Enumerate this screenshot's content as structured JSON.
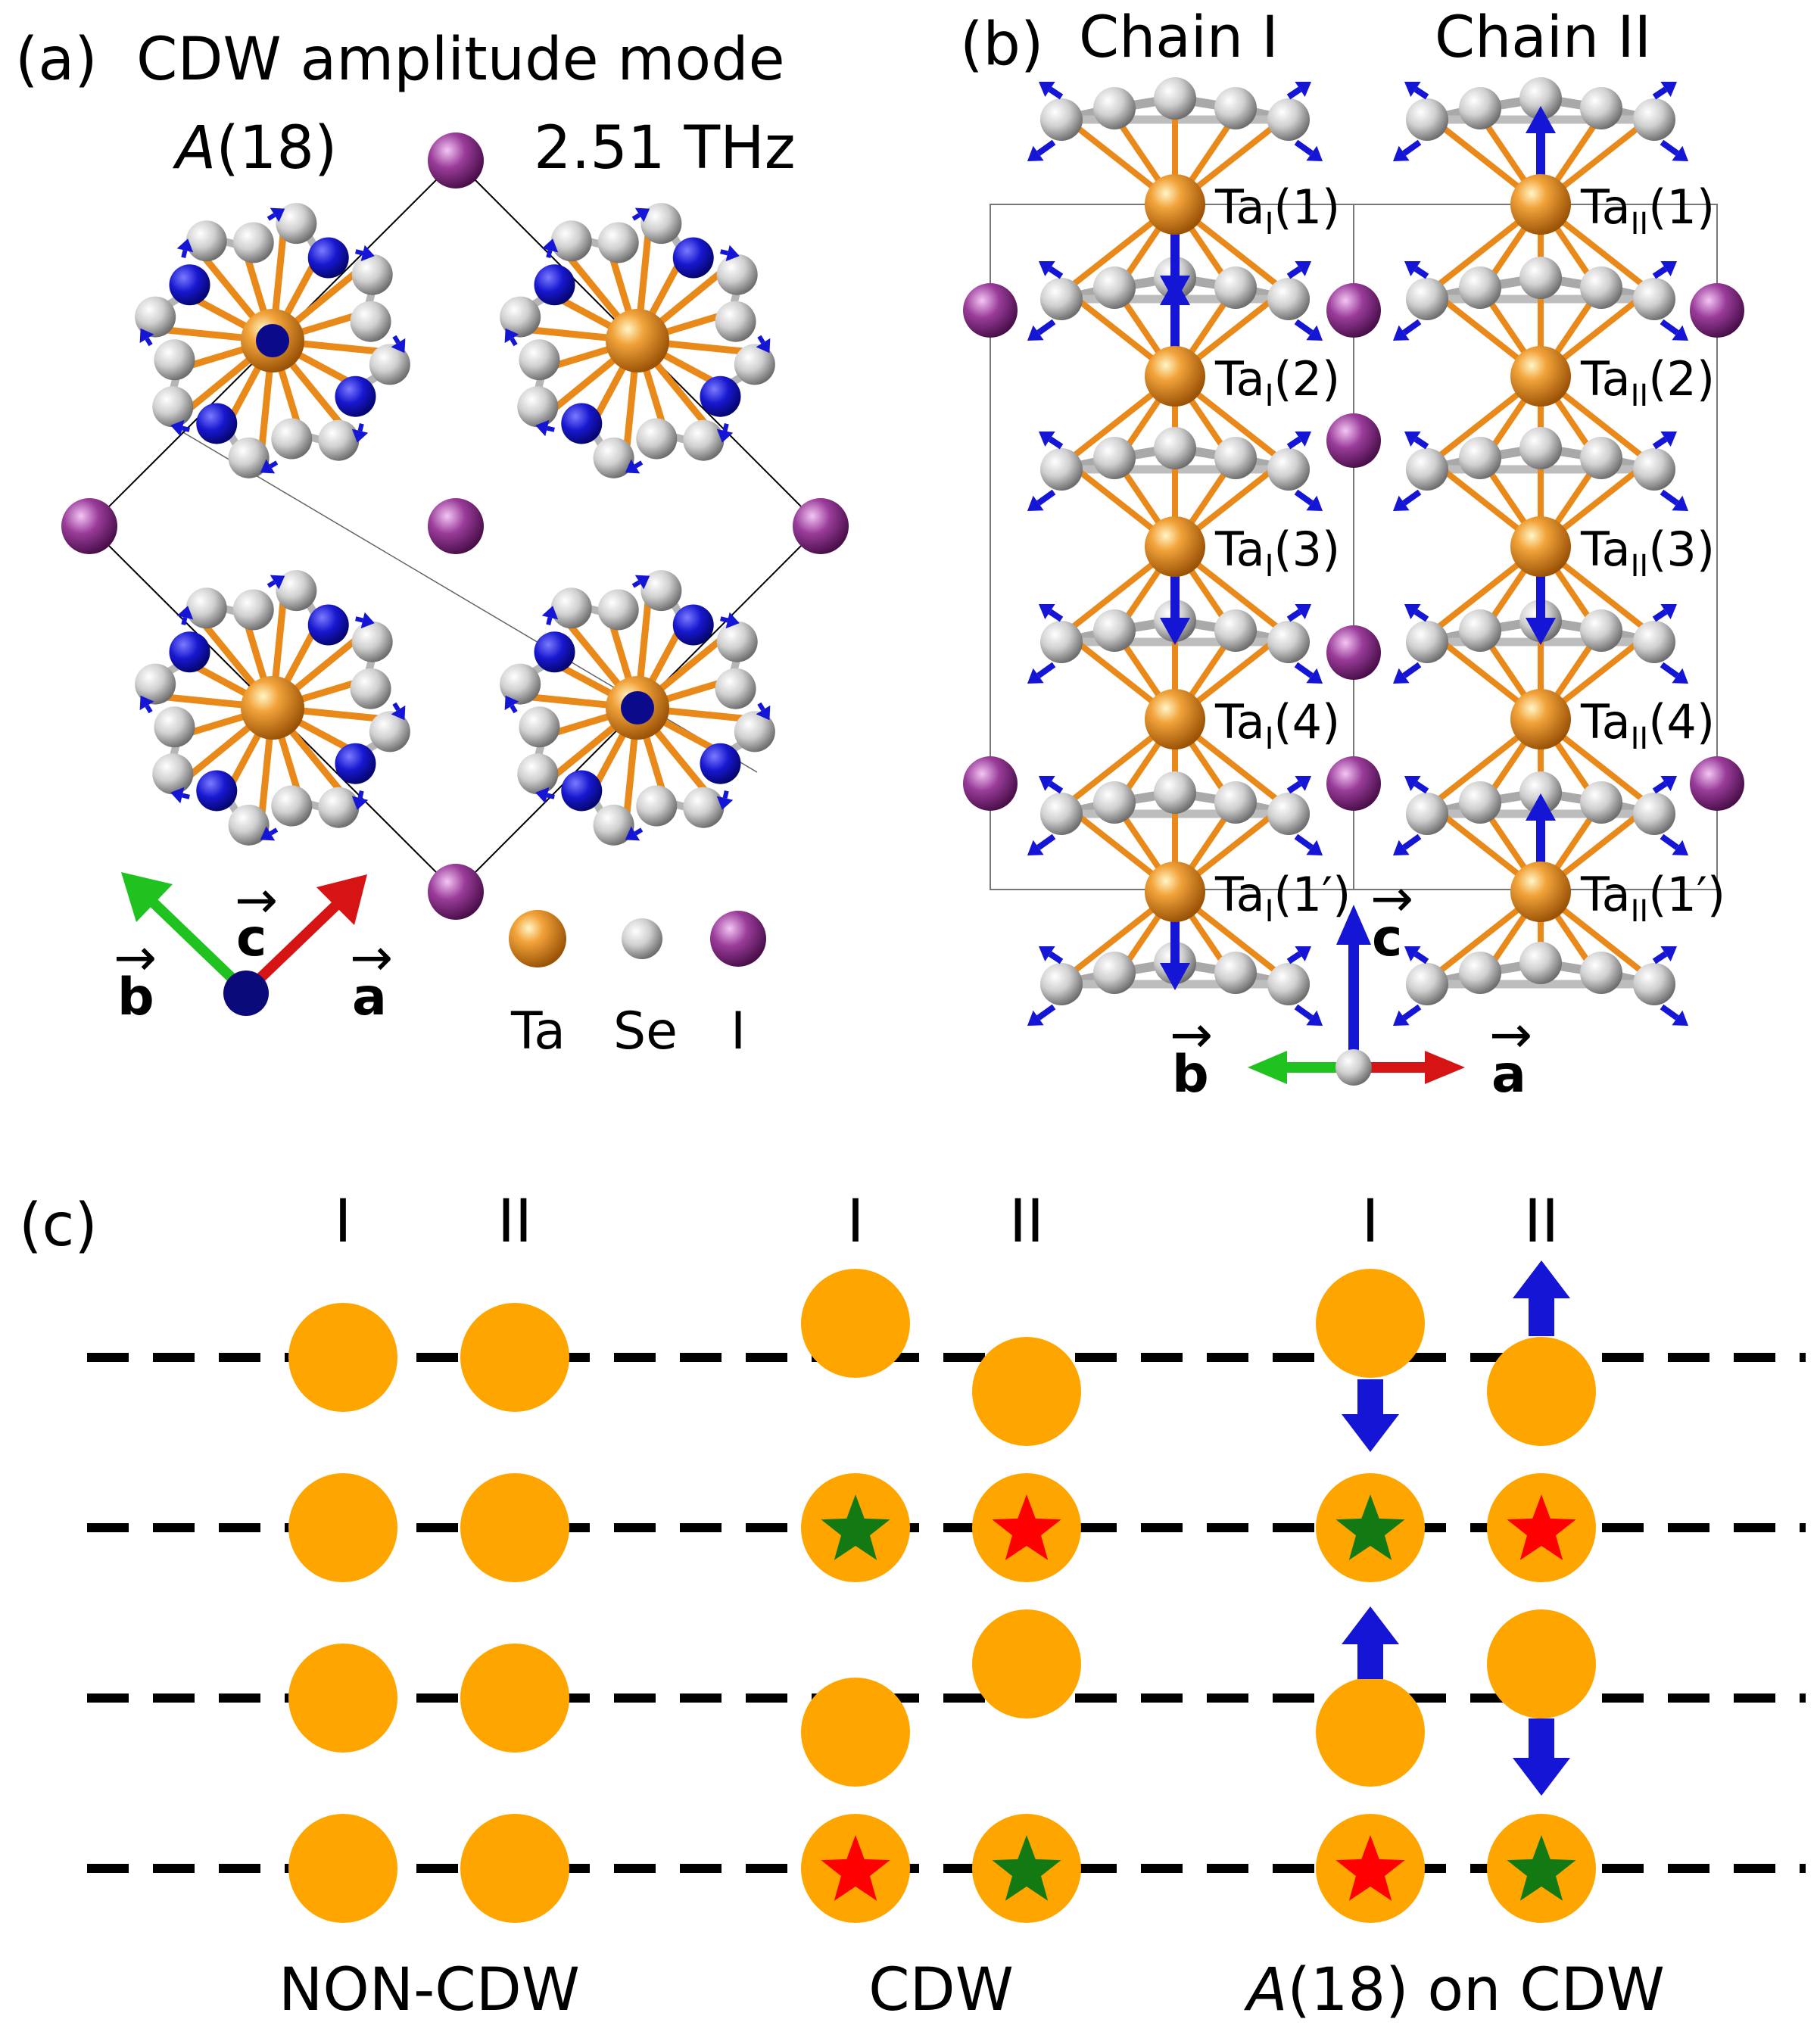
{
  "panel_a": {
    "tag": "(a)",
    "title": "CDW amplitude mode",
    "mode": "A(18)",
    "mode_italic": "A",
    "mode_index": "(18)",
    "frequency": "2.51 THz",
    "axes": {
      "a": "a",
      "b": "b",
      "c": "c"
    },
    "legend": [
      {
        "label": "Ta",
        "color": "#e08a1e"
      },
      {
        "label": "Se",
        "color": "#cfcfcf"
      },
      {
        "label": "I",
        "color": "#8e2a8e"
      }
    ]
  },
  "panel_b": {
    "tag": "(b)",
    "chain_1": "Chain I",
    "chain_2": "Chain II",
    "labels_chain_1": [
      {
        "base": "Ta",
        "sub": "I",
        "idx": "(1)"
      },
      {
        "base": "Ta",
        "sub": "I",
        "idx": "(2)"
      },
      {
        "base": "Ta",
        "sub": "I",
        "idx": "(3)"
      },
      {
        "base": "Ta",
        "sub": "I",
        "idx": "(4)"
      },
      {
        "base": "Ta",
        "sub": "I",
        "idx": "(1′)"
      }
    ],
    "labels_chain_2": [
      {
        "base": "Ta",
        "sub": "II",
        "idx": "(1)"
      },
      {
        "base": "Ta",
        "sub": "II",
        "idx": "(2)"
      },
      {
        "base": "Ta",
        "sub": "II",
        "idx": "(3)"
      },
      {
        "base": "Ta",
        "sub": "II",
        "idx": "(4)"
      },
      {
        "base": "Ta",
        "sub": "II",
        "idx": "(1′)"
      }
    ],
    "axes": {
      "a": "a",
      "b": "b",
      "c": "c"
    }
  },
  "panel_c": {
    "tag": "(c)",
    "chain_1": "I",
    "chain_2": "II",
    "groups": [
      {
        "caption": "NON-CDW"
      },
      {
        "caption": "CDW"
      },
      {
        "caption_italic": "A",
        "caption_rest": "(18) on CDW"
      }
    ]
  },
  "colors": {
    "ta": "#e08a1e",
    "se": "#cfcfcf",
    "iodine": "#8e2a8e",
    "arrow": "#1515d6",
    "disk": "#ffa500",
    "star_green": "#137a13",
    "star_red": "#ff0000",
    "axis_a": "#d61414",
    "axis_b": "#1fc21f",
    "axis_c": "#1515d6"
  }
}
